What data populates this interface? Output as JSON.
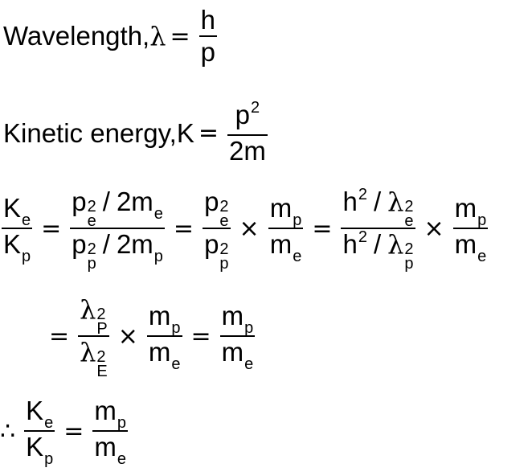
{
  "line1": {
    "label": "Wavelength,",
    "lambda": "λ",
    "eq": "=",
    "num": "h",
    "den": "p"
  },
  "line2": {
    "label": "Kinetic energy,K",
    "eq": "=",
    "num_base": "p",
    "num_sup": "2",
    "den": "2m"
  },
  "line3": {
    "ke": "K",
    "ke_sub": "e",
    "kp": "K",
    "kp_sub": "p",
    "eq": "=",
    "times": "×",
    "slash": "/",
    "two": "2",
    "p": "p",
    "e": "e",
    "pp": "p",
    "m": "m",
    "h": "h",
    "lambda": "λ"
  },
  "line4": {
    "eq": "=",
    "times": "×",
    "lambda": "λ",
    "P": "P",
    "E": "E",
    "two": "2",
    "m": "m",
    "p": "p",
    "e": "e"
  },
  "line5": {
    "therefore": "∴",
    "K": "K",
    "e": "e",
    "p": "p",
    "m": "m",
    "eq": "="
  }
}
